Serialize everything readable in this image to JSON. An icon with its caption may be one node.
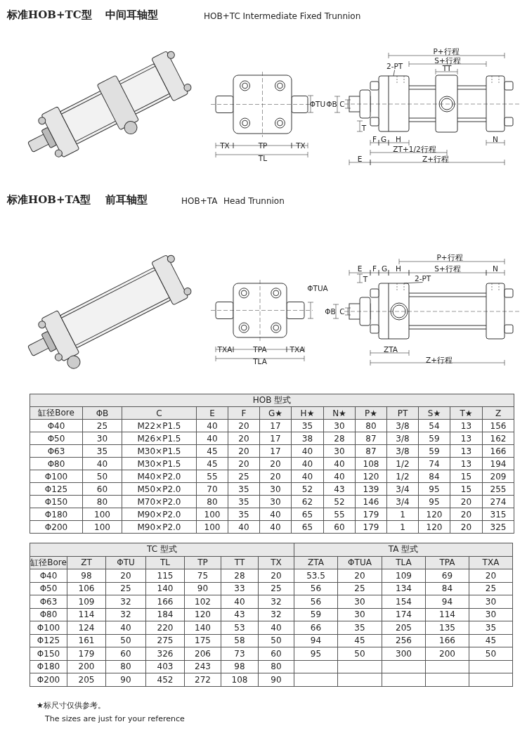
{
  "diagram": {
    "nodes": [
      {
        "text": [
          "2-PT"
        ]
      },
      {
        "text": [
          "2-PT"
        ]
      }
    ],
    "edges": [
      {
        "from": 0,
        "to": null,
        "arrow": "none"
      },
      {
        "from": 1,
        "to": null,
        "arrow": "none"
      }
    ],
    "labels": [
      "标准HOB+TC型",
      "中间耳轴型",
      "HOB+TC Intermediate Fixed Trunnion",
      "TX",
      "TP",
      "TX",
      "TL",
      "ΦTU",
      "P+行程",
      "S+行程",
      "TT",
      "ΦB",
      "C",
      "T",
      "F",
      "G",
      "H",
      "ZT+1/2行程",
      "N",
      "E",
      "Z+行程",
      "标准HOB+TA型",
      "前耳轴型",
      "HOB+TA",
      "Head Trunnion",
      "ΦTUA",
      "TXA",
      "TPA",
      "TXA",
      "TLA",
      "P+行程",
      "E",
      "F",
      "G",
      "H",
      "S+行程",
      "N",
      "T",
      "ΦB",
      "C",
      "ZTA",
      "Z+行程",
      "HOB 型式",
      "缸径Bore",
      "ΦB",
      "C",
      "E",
      "F",
      "G★",
      "H★",
      "N★",
      "P★",
      "PT",
      "S★",
      "T★",
      "Z",
      "Φ40",
      "25",
      "M22×P1.5",
      "40",
      "20",
      "17",
      "35",
      "30",
      "80",
      "3/8",
      "54",
      "13",
      "156",
      "Φ50",
      "30",
      "M26×P1.5",
      "40",
      "20",
      "17",
      "38",
      "28",
      "87",
      "3/8",
      "59",
      "13",
      "162",
      "Φ63",
      "35",
      "M30×P1.5",
      "45",
      "20",
      "17",
      "40",
      "30",
      "87",
      "3/8",
      "59",
      "13",
      "166",
      "Φ80",
      "40",
      "M30×P1.5",
      "45",
      "20",
      "20",
      "40",
      "40",
      "108",
      "1/2",
      "74",
      "13",
      "194",
      "Φ100",
      "50",
      "M40×P2.0",
      "55",
      "25",
      "20",
      "40",
      "40",
      "120",
      "1/2",
      "84",
      "15",
      "209",
      "Φ125",
      "60",
      "M50×P2.0",
      "70",
      "35",
      "30",
      "52",
      "43",
      "139",
      "3/4",
      "95",
      "15",
      "255",
      "Φ150",
      "80",
      "M70×P2.0",
      "80",
      "35",
      "30",
      "62",
      "52",
      "146",
      "3/4",
      "95",
      "20",
      "274",
      "Φ180",
      "100",
      "M90×P2.0",
      "100",
      "35",
      "40",
      "65",
      "55",
      "179",
      "1",
      "120",
      "20",
      "315",
      "Φ200",
      "100",
      "M90×P2.0",
      "100",
      "40",
      "40",
      "65",
      "60",
      "179",
      "1",
      "120",
      "20",
      "325",
      "TC 型式",
      "TA 型式",
      "缸径Bore",
      "ZT",
      "ΦTU",
      "TL",
      "TP",
      "TT",
      "TX",
      "ZTA",
      "ΦTUA",
      "TLA",
      "TPA",
      "TXA",
      "Φ40",
      "98",
      "20",
      "115",
      "75",
      "28",
      "20",
      "53.5",
      "20",
      "109",
      "69",
      "20",
      "Φ50",
      "106",
      "25",
      "140",
      "90",
      "33",
      "25",
      "56",
      "25",
      "134",
      "84",
      "25",
      "Φ63",
      "109",
      "32",
      "166",
      "102",
      "40",
      "32",
      "56",
      "30",
      "154",
      "94",
      "30",
      "Φ80",
      "114",
      "32",
      "184",
      "120",
      "43",
      "32",
      "59",
      "30",
      "174",
      "114",
      "30",
      "Φ100",
      "124",
      "40",
      "220",
      "140",
      "53",
      "40",
      "66",
      "35",
      "205",
      "135",
      "35",
      "Φ125",
      "161",
      "50",
      "275",
      "175",
      "58",
      "50",
      "94",
      "45",
      "256",
      "166",
      "45",
      "Φ150",
      "179",
      "60",
      "326",
      "206",
      "73",
      "60",
      "95",
      "50",
      "300",
      "200",
      "50",
      "Φ180",
      "200",
      "80",
      "403",
      "243",
      "98",
      "80",
      "Φ200",
      "205",
      "90",
      "452",
      "272",
      "108",
      "90",
      "★标尺寸仅供参考。",
      "The sizes are just for your reference"
    ]
  }
}
